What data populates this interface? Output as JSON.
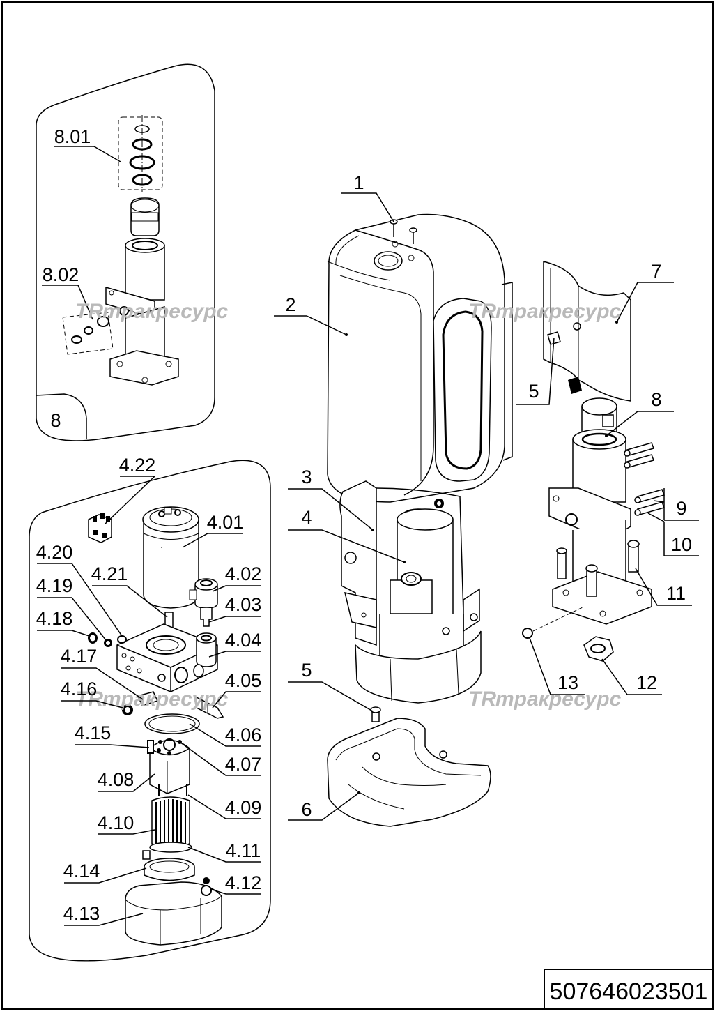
{
  "drawing_number": "507646023501",
  "watermark": {
    "text": "трaкресурс",
    "mark": "TR"
  },
  "detail_views": {
    "hydraulic_cylinder_ref": "8"
  },
  "callouts": {
    "main": [
      "1",
      "2",
      "3",
      "4",
      "5",
      "6",
      "7",
      "8",
      "9",
      "10",
      "11",
      "12",
      "13"
    ],
    "pump_unit": [
      "4.01",
      "4.02",
      "4.03",
      "4.04",
      "4.05",
      "4.06",
      "4.07",
      "4.08",
      "4.09",
      "4.10",
      "4.11",
      "4.12",
      "4.13",
      "4.14",
      "4.15",
      "4.16",
      "4.17",
      "4.18",
      "4.19",
      "4.20",
      "4.21",
      "4.22"
    ],
    "cylinder": [
      "8.01",
      "8.02"
    ],
    "main_5b": "5"
  },
  "colors": {
    "line": "#000000",
    "watermark": "#b9b9b9",
    "background": "#ffffff"
  }
}
